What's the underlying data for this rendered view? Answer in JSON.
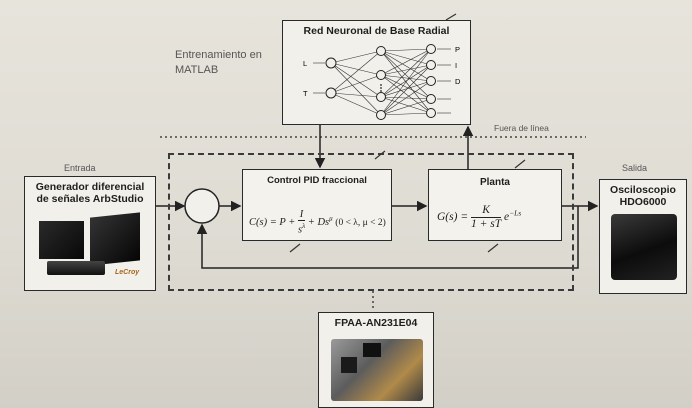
{
  "neural_network": {
    "title": "Red Neuronal de Base Radial",
    "inputs": [
      "L",
      "T"
    ],
    "outputs": [
      "P",
      "I",
      "D",
      "",
      ""
    ]
  },
  "training_label": [
    "Entrenamiento en",
    "MATLAB"
  ],
  "offline_label": "Fuera de línea",
  "input": {
    "section_label": "Entrada",
    "title": "Generador diferencial de señales ArbStudio",
    "brand": "LeCroy"
  },
  "control": {
    "title": "Control PID fraccional",
    "equation": "C(s) = P + I/s^λ + Ds^μ (0 < λ, μ < 2)"
  },
  "plant": {
    "title": "Planta",
    "equation": "G(s) = K/(1 + sT) e^(−Ls)"
  },
  "output": {
    "section_label": "Salida",
    "title": "Osciloscopio HDO6000"
  },
  "fpaa": {
    "title": "FPAA-AN231E04"
  }
}
